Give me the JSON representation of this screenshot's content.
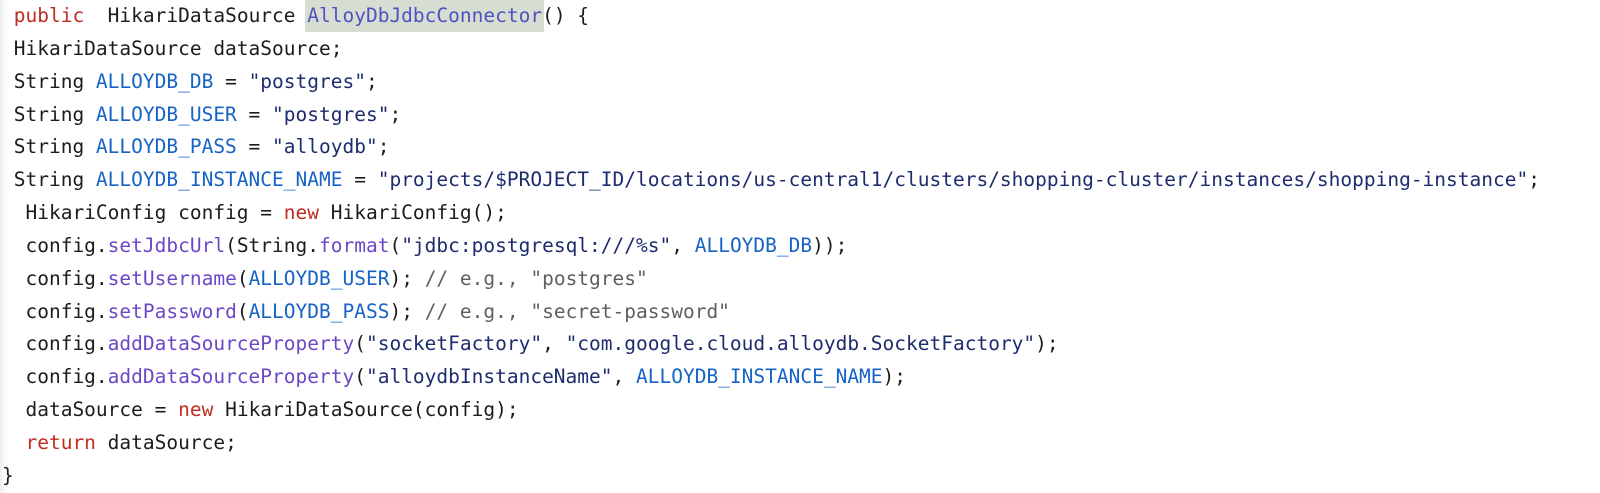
{
  "code_block": {
    "language": "java",
    "highlighted_token": "AlloyDbJdbcConnector",
    "colors": {
      "plain": "#1c1c1c",
      "keyword": "#bf2d21",
      "constant": "#1663c5",
      "string": "#1d2c6d",
      "function": "#6a48c7",
      "comment": "#5c5f63",
      "highlight_text": "#4e52c0",
      "highlight_bg": "#d8ddd2",
      "background": "#ffffff"
    },
    "lines": [
      [
        {
          "t": " ",
          "c": "pln"
        },
        {
          "t": "public",
          "c": "kwd"
        },
        {
          "t": "  HikariDataSource ",
          "c": "pln"
        },
        {
          "t": "AlloyDbJdbcConnector",
          "c": "hl"
        },
        {
          "t": "() {",
          "c": "pln"
        }
      ],
      [
        {
          "t": " HikariDataSource dataSource;",
          "c": "pln"
        }
      ],
      [
        {
          "t": " String ",
          "c": "pln"
        },
        {
          "t": "ALLOYDB_DB",
          "c": "con"
        },
        {
          "t": " = ",
          "c": "pln"
        },
        {
          "t": "\"postgres\"",
          "c": "str"
        },
        {
          "t": ";",
          "c": "pln"
        }
      ],
      [
        {
          "t": " String ",
          "c": "pln"
        },
        {
          "t": "ALLOYDB_USER",
          "c": "con"
        },
        {
          "t": " = ",
          "c": "pln"
        },
        {
          "t": "\"postgres\"",
          "c": "str"
        },
        {
          "t": ";",
          "c": "pln"
        }
      ],
      [
        {
          "t": " String ",
          "c": "pln"
        },
        {
          "t": "ALLOYDB_PASS",
          "c": "con"
        },
        {
          "t": " = ",
          "c": "pln"
        },
        {
          "t": "\"alloydb\"",
          "c": "str"
        },
        {
          "t": ";",
          "c": "pln"
        }
      ],
      [
        {
          "t": " String ",
          "c": "pln"
        },
        {
          "t": "ALLOYDB_INSTANCE_NAME",
          "c": "con"
        },
        {
          "t": " = ",
          "c": "pln"
        },
        {
          "t": "\"projects/$PROJECT_ID/locations/us-central1/clusters/shopping-cluster/instances/shopping-instance\"",
          "c": "str"
        },
        {
          "t": ";",
          "c": "pln"
        }
      ],
      [
        {
          "t": "  HikariConfig config = ",
          "c": "pln"
        },
        {
          "t": "new",
          "c": "kwd"
        },
        {
          "t": " HikariConfig();",
          "c": "pln"
        }
      ],
      [
        {
          "t": "  config.",
          "c": "pln"
        },
        {
          "t": "setJdbcUrl",
          "c": "fn"
        },
        {
          "t": "(String.",
          "c": "pln"
        },
        {
          "t": "format",
          "c": "fn"
        },
        {
          "t": "(",
          "c": "pln"
        },
        {
          "t": "\"jdbc:postgresql:///%s\"",
          "c": "str"
        },
        {
          "t": ", ",
          "c": "pln"
        },
        {
          "t": "ALLOYDB_DB",
          "c": "con"
        },
        {
          "t": "));",
          "c": "pln"
        }
      ],
      [
        {
          "t": "  config.",
          "c": "pln"
        },
        {
          "t": "setUsername",
          "c": "fn"
        },
        {
          "t": "(",
          "c": "pln"
        },
        {
          "t": "ALLOYDB_USER",
          "c": "con"
        },
        {
          "t": "); ",
          "c": "pln"
        },
        {
          "t": "// e.g., \"postgres\"",
          "c": "com"
        }
      ],
      [
        {
          "t": "  config.",
          "c": "pln"
        },
        {
          "t": "setPassword",
          "c": "fn"
        },
        {
          "t": "(",
          "c": "pln"
        },
        {
          "t": "ALLOYDB_PASS",
          "c": "con"
        },
        {
          "t": "); ",
          "c": "pln"
        },
        {
          "t": "// e.g., \"secret-password\"",
          "c": "com"
        }
      ],
      [
        {
          "t": "  config.",
          "c": "pln"
        },
        {
          "t": "addDataSourceProperty",
          "c": "fn"
        },
        {
          "t": "(",
          "c": "pln"
        },
        {
          "t": "\"socketFactory\"",
          "c": "str"
        },
        {
          "t": ", ",
          "c": "pln"
        },
        {
          "t": "\"com.google.cloud.alloydb.SocketFactory\"",
          "c": "str"
        },
        {
          "t": ");",
          "c": "pln"
        }
      ],
      [
        {
          "t": "  config.",
          "c": "pln"
        },
        {
          "t": "addDataSourceProperty",
          "c": "fn"
        },
        {
          "t": "(",
          "c": "pln"
        },
        {
          "t": "\"alloydbInstanceName\"",
          "c": "str"
        },
        {
          "t": ", ",
          "c": "pln"
        },
        {
          "t": "ALLOYDB_INSTANCE_NAME",
          "c": "con"
        },
        {
          "t": ");",
          "c": "pln"
        }
      ],
      [
        {
          "t": "  dataSource = ",
          "c": "pln"
        },
        {
          "t": "new",
          "c": "kwd"
        },
        {
          "t": " HikariDataSource(config);",
          "c": "pln"
        }
      ],
      [
        {
          "t": "  ",
          "c": "pln"
        },
        {
          "t": "return",
          "c": "kwd"
        },
        {
          "t": " dataSource;",
          "c": "pln"
        }
      ],
      [
        {
          "t": "}",
          "c": "pln"
        }
      ]
    ]
  }
}
